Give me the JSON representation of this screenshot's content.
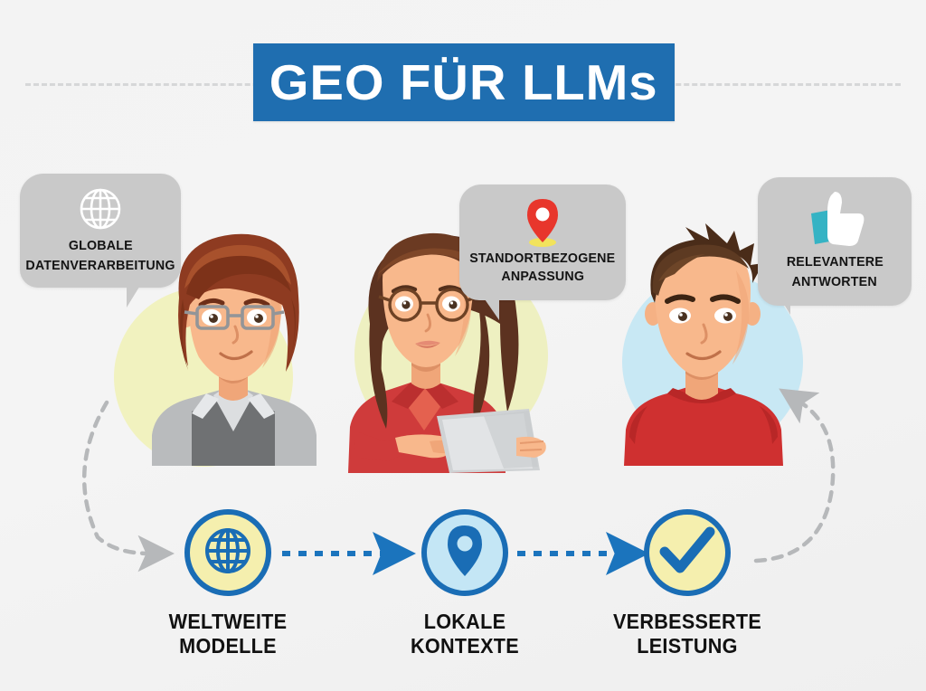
{
  "page": {
    "background_color": "#f2f2f2",
    "accent_blue": "#1f6eb0",
    "accent_yellow": "#f5efae",
    "accent_light_blue": "#c4e6f5",
    "bubble_gray": "#c9c9c9"
  },
  "header": {
    "title": "GEO FÜR LLMs",
    "banner_color": "#1f6eb0",
    "title_color": "#ffffff"
  },
  "bubbles": [
    {
      "id": "bubble-1",
      "icon": "globe-icon",
      "icon_color": "#ffffff",
      "line1": "GLOBALE",
      "line2": "DATENVERARBEITUNG"
    },
    {
      "id": "bubble-2",
      "icon": "map-pin-icon",
      "icon_color": "#e8362c",
      "line1": "STANDORTBEZOGENE",
      "line2": "ANPASSUNG"
    },
    {
      "id": "bubble-3",
      "icon": "thumbs-up-icon",
      "icon_color": "#ffffff",
      "icon_accent_color": "#35b3c4",
      "line1": "RELEVANTERE",
      "line2": "ANTWORTEN"
    }
  ],
  "characters": [
    {
      "id": "character-1",
      "description": "woman-with-glasses-gray-sweater",
      "halo_color": "#f1f2bf",
      "hair_color": "#8e3b21",
      "clothing_color": "#7d7d7d"
    },
    {
      "id": "character-2",
      "description": "woman-with-glasses-red-blouse-holding-tablet",
      "halo_color": "#eef0c1",
      "hair_color": "#6b3a22",
      "clothing_color": "#cf3b3b"
    },
    {
      "id": "character-3",
      "description": "man-with-spiky-hair-red-shirt",
      "halo_color": "#c8e8f4",
      "hair_color": "#4a2c19",
      "clothing_color": "#cf3030"
    }
  ],
  "steps": [
    {
      "id": "step-1",
      "icon": "globe-icon",
      "fill": "#f5efae",
      "ring_color": "#1a6db5",
      "line1": "WELTWEITE",
      "line2": "MODELLE"
    },
    {
      "id": "step-2",
      "icon": "map-pin-icon",
      "fill": "#c4e6f5",
      "ring_color": "#1a6db5",
      "line1": "LOKALE",
      "line2": "KONTEXTE"
    },
    {
      "id": "step-3",
      "icon": "check-icon",
      "fill": "#f5efae",
      "ring_color": "#1a6db5",
      "line1": "VERBESSERTE",
      "line2": "LEISTUNG"
    }
  ],
  "connectors": {
    "arrow_color": "#1b74bd",
    "arc_color": "#b6b8ba",
    "style": "dashed"
  }
}
